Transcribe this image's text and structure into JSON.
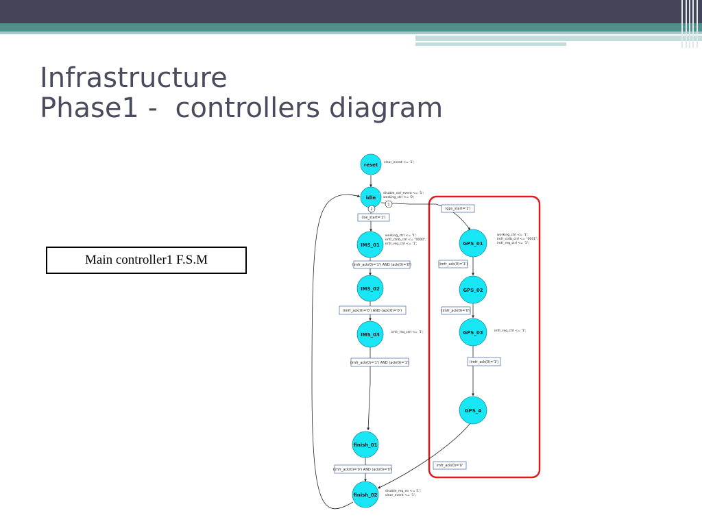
{
  "title": {
    "line1": "Infrastructure",
    "line2": "Phase1 -  controllers diagram"
  },
  "label": "Main controller1 F.S.M",
  "states": {
    "reset": "reset",
    "idle": "idle",
    "ims_01": "IMS_01",
    "ims_02": "IMS_02",
    "ims_03": "IMS_03",
    "finish_01": "finish_01",
    "finish_02": "finish_02",
    "gps_01": "GPS_01",
    "gps_02": "GPS_02",
    "gps_03": "GPS_03",
    "gps_4": "GPS_4"
  },
  "priorities": {
    "p1": "1",
    "p2": "2"
  },
  "transitions": {
    "ims_start": "(ise_start='1')",
    "ims01_ims02": "(imfr_ack(0)='1') AND (ack(0)='0')",
    "ims02_ims03": "(imfr_ack(0)='0') AND (ack(0)='0')",
    "ims03_finish": "(imfr_ack(0)='1') AND (ack(0)='1')",
    "finish01_finish02": "(imfr_ack(0)='0') AND (ack(0)='0')",
    "gps_start": "(gps_start='1')",
    "gps01_gps02": "(imfr_ack(0)='1')",
    "gps02_gps03": "(imfr_ack(0)='0')",
    "gps03_gps4": "(imfr_ack(0)='1')",
    "gps4_finish": "imfr_ack(0)='0'"
  },
  "actions": {
    "reset": [
      "clear_event <= '1';"
    ],
    "idle": [
      "disable_ctrl_event <= '1';",
      "working_ctrl <= '0';"
    ],
    "ims_01": [
      "working_ctrl <= '1';",
      "imfr_ctrlb_ctrl <= \"0000\";",
      "imfr_req_ctrl <= '1';"
    ],
    "ims_03": [
      "imfr_req_ctrl <= '1';"
    ],
    "gps_01": [
      "working_ctrl <= '1';",
      "imfr_ctrlb_ctrl <= \"0001\";",
      "imfr_req_ctrl <= '1';"
    ],
    "gps_03": [
      "imfr_req_ctrl <= '1';"
    ],
    "finish_02": [
      "disable_req_en <= '1';",
      "clear_event <= '1';"
    ]
  },
  "colors": {
    "state_fill": "#19e6f5",
    "highlight": "#e0191b",
    "header": "#434456",
    "accent": "#4f8f8c"
  }
}
